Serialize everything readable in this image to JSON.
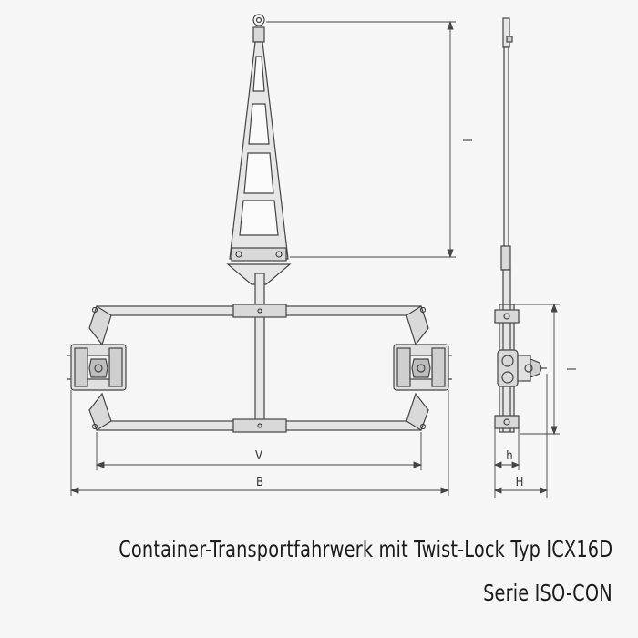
{
  "dimensions": {
    "height": "l",
    "wheel_height": "l",
    "inner_width": "V",
    "total_width": "B",
    "depth_small": "h",
    "depth_total": "H"
  },
  "caption": {
    "title": "Container-Transportfahrwerk mit Twist-Lock Typ ICX16D",
    "subtitle": "Serie ISO-CON"
  },
  "colors": {
    "background": "#f6f6f6",
    "line": "#444444",
    "fill": "#d9d9d9"
  }
}
